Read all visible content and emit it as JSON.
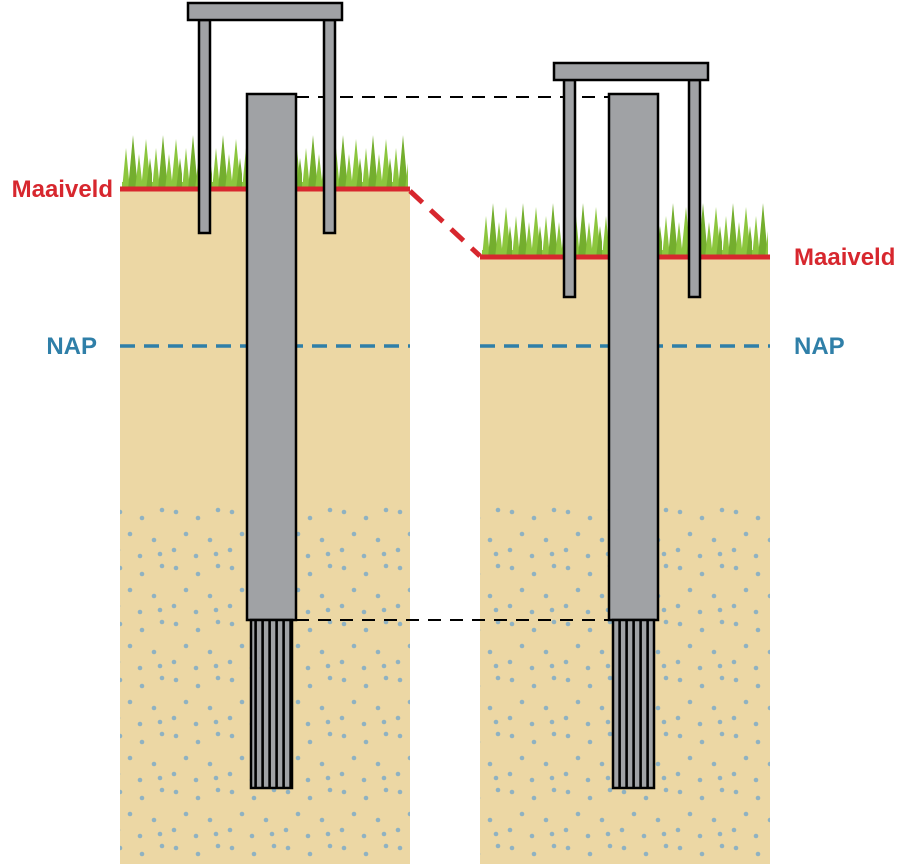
{
  "labels": {
    "maaiveld_left": "Maaiveld",
    "nap_left": "NAP",
    "nap_right": "NAP",
    "maaiveld_right": "Maaiveld"
  },
  "colors": {
    "background": "#FFFFFF",
    "soil": "#ECD7A4",
    "grass": "#8CC63E",
    "grass-dark": "#74AE2E",
    "metal": "#A0A2A5",
    "outline": "#000000",
    "maaiveld-red": "#D7272E",
    "nap-blue": "#2F7FA8",
    "sand-dot": "#8FB2C2"
  }
}
